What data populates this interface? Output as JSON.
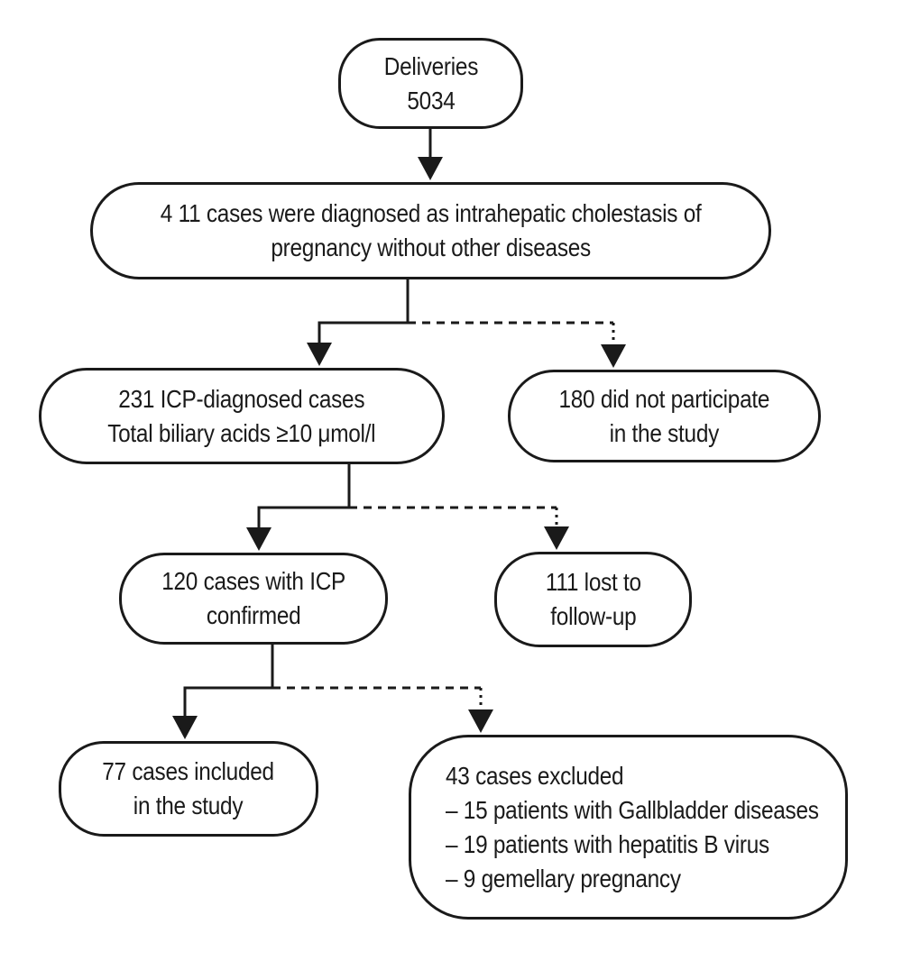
{
  "figure": {
    "background": "#ffffff",
    "line_color": "#1a1a1a",
    "text_color": "#1a1a1a"
  },
  "nodes": {
    "deliveries": {
      "lines": [
        "Deliveries",
        "5034"
      ]
    },
    "diagnosed": {
      "lines": [
        "4 11 cases were diagnosed as intrahepatic cholestasis of",
        "pregnancy without other diseases"
      ]
    },
    "icp231": {
      "lines": [
        "231 ICP-diagnosed cases",
        "Total biliary acids ≥10 μmol/l"
      ]
    },
    "notpart": {
      "lines": [
        "180 did not participate",
        "in the study"
      ]
    },
    "confirmed": {
      "lines": [
        "120 cases with ICP",
        "confirmed"
      ]
    },
    "lost": {
      "lines": [
        "111 lost to",
        "follow-up"
      ]
    },
    "included": {
      "lines": [
        "77 cases included",
        "in the study"
      ]
    },
    "excluded": {
      "lines": [
        "43 cases excluded",
        "– 15 patients with Gallbladder diseases",
        "– 19 patients with hepatitis B virus",
        "– 9 gemellary pregnancy"
      ]
    }
  }
}
